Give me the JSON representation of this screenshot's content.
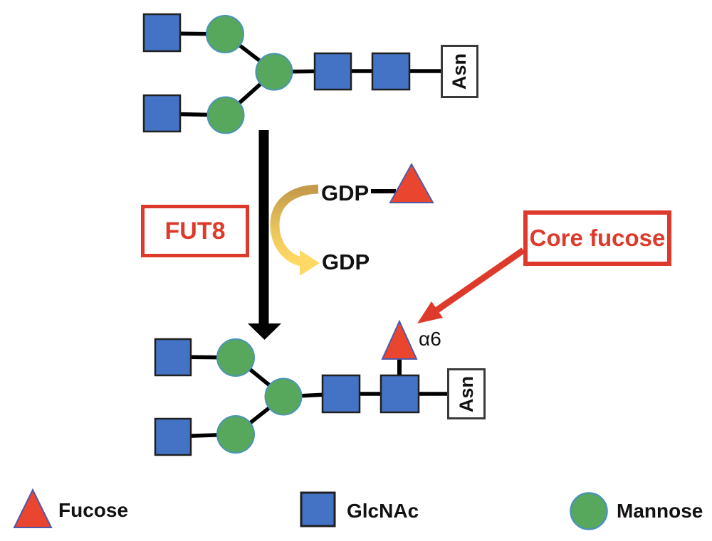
{
  "diagram": {
    "enzyme": "FUT8",
    "annotation": "Core fucose",
    "donor_label": "GDP",
    "released_label": "GDP",
    "linkage": "α6",
    "substrate_anchor": "Asn",
    "product_anchor": "Asn"
  },
  "legend": {
    "items": [
      {
        "symbol": "red-triangle",
        "label": "Fucose"
      },
      {
        "symbol": "blue-square",
        "label": "GlcNAc"
      },
      {
        "symbol": "green-circle",
        "label": "Mannose"
      }
    ]
  },
  "colors": {
    "glcnac_fill": "#4472C4",
    "shape_border_dark": "#202020",
    "mannose_fill": "#57A75C",
    "mannose_border": "#4A94B8",
    "fucose_fill": "#E9452F",
    "fucose_border": "#4F5BA8",
    "accent_red": "#DE3A2C",
    "gold_dark": "#C49A4B",
    "gold_light": "#FFD966",
    "line_black": "#000000",
    "background": "#FFFFFF"
  }
}
